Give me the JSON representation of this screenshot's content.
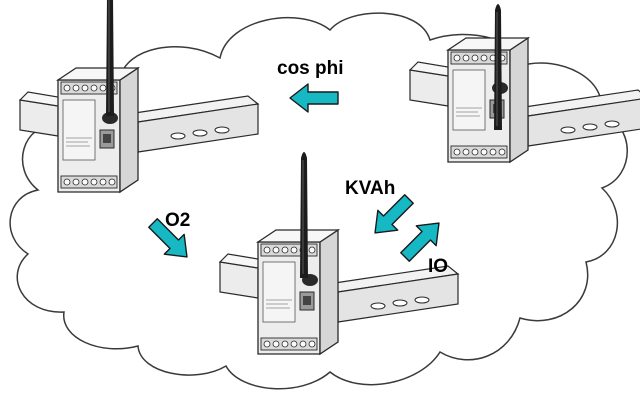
{
  "labels": {
    "cos_phi": "cos phi",
    "kvah": "KVAh",
    "o2": "O2",
    "io": "IO"
  },
  "colors": {
    "arrow_fill": "#16b8c4",
    "arrow_stroke": "#1a1a1a",
    "cloud_stroke": "#3a3a3a",
    "device_body": "#e9e9e9",
    "device_stroke": "#2a2a2a",
    "antenna": "#1c1c1c"
  },
  "icons": {
    "device": "din-rail-gateway-icon",
    "antenna": "antenna-icon",
    "arrow": "flow-arrow-icon"
  }
}
